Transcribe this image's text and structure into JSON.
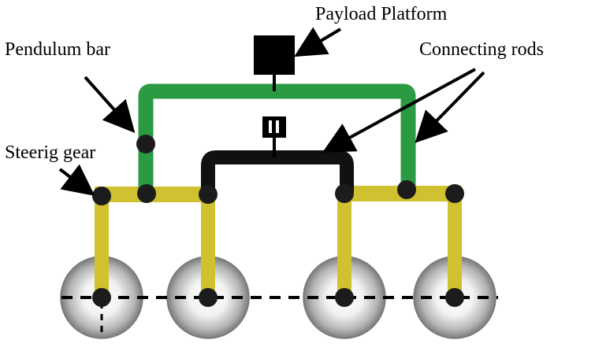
{
  "labels": {
    "payload_platform": "Payload Platform",
    "pendulum_bar": "Pendulum bar",
    "connecting_rods": "Connecting rods",
    "steering_gear": "Steerig gear"
  },
  "colors": {
    "pendulum": "#2a9b43",
    "connector": "#111111",
    "gear": "#cfc12f",
    "joint": "#1c1c1c",
    "wheel_edge": "#6e6e6e"
  },
  "icons": {
    "platform": "payload-platform-square",
    "pivot": "pendulum-pivot-block"
  }
}
